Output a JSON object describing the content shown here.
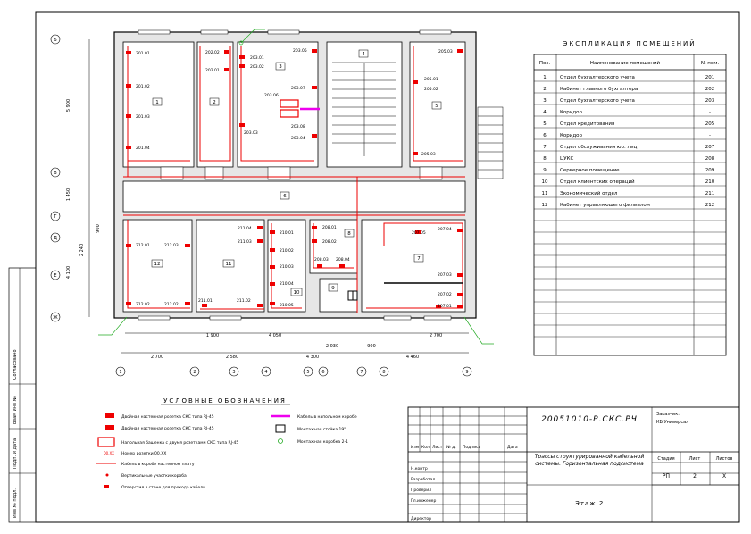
{
  "explication": {
    "title": "ЭКСПЛИКАЦИЯ ПОМЕЩЕНИЙ",
    "headers": [
      "Поз.",
      "Наименование помещений",
      "№ пом."
    ],
    "rows": [
      [
        "1",
        "Отдел бухгалтерского учета",
        "201"
      ],
      [
        "2",
        "Кабинет главного бухгалтера",
        "202"
      ],
      [
        "3",
        "Отдел бухгалтерского учета",
        "203"
      ],
      [
        "4",
        "Коридор",
        "-"
      ],
      [
        "5",
        "Отдел кредитования",
        "205"
      ],
      [
        "6",
        "Коридор",
        "-"
      ],
      [
        "7",
        "Отдел обслуживания юр. лиц",
        "207"
      ],
      [
        "8",
        "ЦУКС",
        "208"
      ],
      [
        "9",
        "Серверное помещение",
        "209"
      ],
      [
        "10",
        "Отдел клиентских операций",
        "210"
      ],
      [
        "11",
        "Экономический отдел",
        "211"
      ],
      [
        "12",
        "Кабинет управляющего филиалом",
        "212"
      ]
    ]
  },
  "legend": {
    "title": "УСЛОВНЫЕ ОБОЗНАЧЕНИЯ",
    "items": [
      "Двойная настенная розетка СКС типа RJ-45",
      "Двойная настенная розетка СКС типа RJ-45",
      "Напольная башенка с двумя розетками СКС типа RJ-45",
      "Номер розетки 00.ХХ",
      "Кабель в коробе настенном плату",
      "Вертикальные участки короба",
      "Отверстия в стене для прохода кабеля",
      "Кабель в напольном коробе",
      "Монтажная стойка 19\"",
      "Монтажная коробка 2-1"
    ]
  },
  "title_block": {
    "code": "20051010-Р.СКС.РЧ",
    "customer_label": "Заказчик:",
    "customer": "КБ Универсал",
    "columns": [
      "Изм",
      "Кол",
      "Лист",
      "№ д.",
      "Подпись",
      "Дата"
    ],
    "roles": [
      "Н.контр",
      "Разработал",
      "Проверил",
      "Гл.инженер",
      "Директор"
    ],
    "description": "Трассы структурированной кабельной системы. Горизонтальная подсистема",
    "stage_label": "Стадия",
    "sheet_label": "Лист",
    "sheets_label": "Листов",
    "stage": "РП",
    "sheet": "2",
    "sheets": "Х",
    "floor": "Этаж 2"
  },
  "side_stamp": [
    "Согласовано",
    "Взам инв №",
    "Подп. и дата",
    "Инв № подл."
  ],
  "plan": {
    "rooms": [
      "1",
      "2",
      "3",
      "4",
      "5",
      "6",
      "7",
      "8",
      "9",
      "10",
      "11",
      "12"
    ],
    "axes_bottom": [
      "1",
      "2",
      "3",
      "4",
      "5",
      "6",
      "7",
      "8",
      "9"
    ],
    "axes_left": [
      "Б",
      "В",
      "Г",
      "Д",
      "Е",
      "Ж"
    ],
    "dims_bottom": [
      "2 700",
      "2 580",
      "4 300",
      "4 460"
    ],
    "dims_bottom2": [
      "1 900",
      "4 050",
      "2 030",
      "900",
      "2 700"
    ],
    "dims_left": [
      "5 900",
      "1 450",
      "4 100",
      "2 240",
      "900"
    ],
    "outlets_left": [
      "201.01",
      "201.02",
      "201.03",
      "201.04"
    ],
    "outlets_r2": [
      "202.02",
      "202.01"
    ],
    "outlets_r3": [
      "203.01",
      "203.02",
      "203.05",
      "203.06",
      "203.07",
      "203.08",
      "203.04",
      "203.03"
    ],
    "outlets_r5": [
      "205.03",
      "205.01",
      "205.02",
      "205.03"
    ],
    "outlets_r12": [
      "212.01",
      "212.03",
      "212.02",
      "212.02"
    ],
    "outlets_r11": [
      "211.04",
      "211.03",
      "211.01",
      "211.02"
    ],
    "outlets_r10": [
      "210.01",
      "210.02",
      "210.03",
      "210.04",
      "210.05"
    ],
    "outlets_r8": [
      "208.01",
      "208.02",
      "208.03",
      "208.04"
    ],
    "outlets_r7": [
      "207.05",
      "207.04",
      "207.03",
      "207.02",
      "207.01"
    ]
  }
}
